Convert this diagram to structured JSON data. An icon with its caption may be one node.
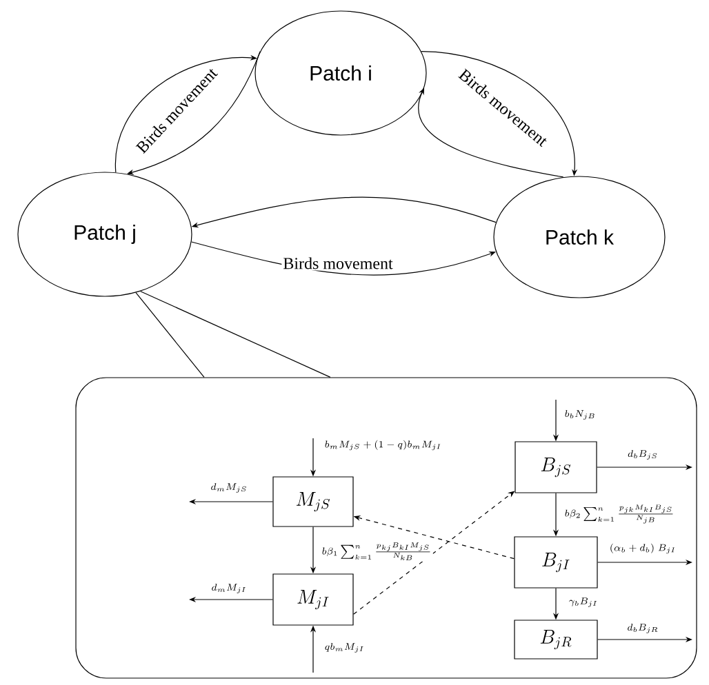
{
  "diagram": {
    "nodes": [
      {
        "text": [
          "Patch i"
        ]
      },
      {
        "text": [
          "Patch j"
        ]
      },
      {
        "text": [
          "Patch k"
        ]
      },
      {
        "text": [],
        "shape": "box"
      },
      {
        "text": [
          "M_{jS}"
        ],
        "in": 3
      },
      {
        "text": [
          "M_{jI}"
        ],
        "in": 3
      },
      {
        "text": [
          "B_{jS}"
        ],
        "in": 3
      },
      {
        "text": [
          "B_{jI}"
        ],
        "in": 3
      },
      {
        "text": [
          "B_{jR}"
        ],
        "in": 3
      }
    ],
    "edges": [
      {
        "from": 1,
        "to": 0,
        "arrow": "to",
        "label": "Birds movement"
      },
      {
        "from": 0,
        "to": 1,
        "arrow": "to"
      },
      {
        "from": 0,
        "to": 2,
        "arrow": "to",
        "label": "Birds movement"
      },
      {
        "from": 2,
        "to": 0,
        "arrow": "to"
      },
      {
        "from": 2,
        "to": 1,
        "arrow": "to"
      },
      {
        "from": 1,
        "to": 2,
        "arrow": "to",
        "label": "Birds movement"
      },
      {
        "from": 1,
        "to": 3,
        "arrow": "none"
      },
      {
        "from": 1,
        "to": 3,
        "arrow": "none"
      },
      {
        "from": null,
        "to": 4,
        "arrow": "to",
        "label": "b_mM_{jS}+(1-q)b_mM_{jI}"
      },
      {
        "from": 4,
        "to": null,
        "arrow": "to",
        "label": "d_mM_{jS}"
      },
      {
        "from": 4,
        "to": 5,
        "arrow": "to",
        "label": "b\\beta_1\\sum_{k=1}^{n}\\frac{p_{kj}B_{kI}M_{jS}}{N_{kB}}"
      },
      {
        "from": 5,
        "to": null,
        "arrow": "to",
        "label": "d_mM_{jI}"
      },
      {
        "from": null,
        "to": 5,
        "arrow": "to",
        "label": "qb_mM_{jI}"
      },
      {
        "from": 5,
        "to": 6,
        "arrow": "to",
        "style": "dashed"
      },
      {
        "from": 7,
        "to": 4,
        "arrow": "to",
        "style": "dashed"
      },
      {
        "from": null,
        "to": 6,
        "arrow": "to",
        "label": "b_bN_{jB}"
      },
      {
        "from": 6,
        "to": null,
        "arrow": "to",
        "label": "d_bB_{jS}"
      },
      {
        "from": 6,
        "to": 7,
        "arrow": "to",
        "label": "b\\beta_2\\sum_{k=1}^{n}\\frac{p_{jk}M_{kI}B_{jS}}{N_{jB}}"
      },
      {
        "from": 7,
        "to": null,
        "arrow": "to",
        "label": "(\\alpha_b+d_b)\\;B_{jI}"
      },
      {
        "from": 7,
        "to": 8,
        "arrow": "to",
        "label": "\\gamma_bB_{jI}"
      },
      {
        "from": 8,
        "to": null,
        "arrow": "to",
        "label": "d_bB_{jR}"
      }
    ]
  }
}
